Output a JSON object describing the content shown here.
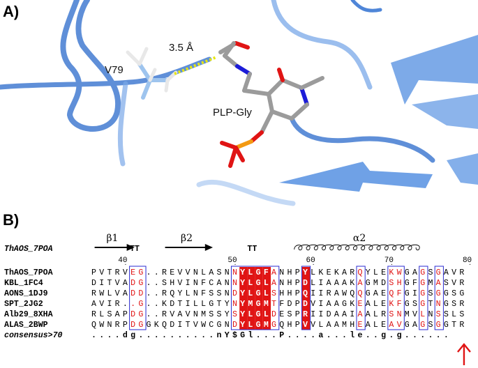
{
  "panelA": {
    "label": "A)",
    "residue_label": "V79",
    "distance_label": "3.5 Å",
    "ligand_label": "PLP-Gly"
  },
  "panelB": {
    "label": "B)",
    "ref_name": "ThAOS_7POA",
    "ss": {
      "beta1": "β1",
      "beta2": "β2",
      "alpha2": "α2",
      "tt1": "TT",
      "tt2": "TT"
    },
    "ruler": [
      "40",
      "50",
      "60",
      "70",
      "80"
    ],
    "rows": [
      {
        "name": "ThAOS_7POA",
        "seq": "PVTRVEG..REVVNLASNNYLGFANHPYLKEKARQYLEKWGAGSGAVR"
      },
      {
        "name": "KBL_1FC4",
        "seq": "DITVADG..SHVINFCANNYLGLANHPDLIAAAKAGMDSHGFGMASVR"
      },
      {
        "name": "AONS_1DJ9",
        "seq": "RWLVADD..RQYLNFSSNDYLGLSHHPQIIRAWQQGAEQFGIGSGGSG"
      },
      {
        "name": "SPT_2JG2",
        "seq": "AVIR..G..KDTILLGTYNYMGMTFDPDVIAAGKEALEKFGSGTNGSR"
      },
      {
        "name": "Alb29_8XHA",
        "seq": "RLSAPDG..RVAVNMSSYSYLGLDESPRIIDAAIAALRSNMVLNSSLS"
      },
      {
        "name": "ALAS_2BWP",
        "seq": "QWNRPDGGKQDITVWCGNDYLGMGQHPVVLAAMHEALEAVGAGSGGTR"
      }
    ],
    "consensus_label": "consensus>70",
    "consensus": "....dg..........nY$Gl...P....a...le..g.g......"
  },
  "colors": {
    "ribbon": "#6fa1e6",
    "ribbon_dark": "#3f74c8",
    "carbon": "#9b9b9b",
    "nitrogen": "#1c1cd8",
    "oxygen": "#e01414",
    "phosphorus": "#f39a12",
    "hbond": "#e6e614",
    "box": "#2a2ad0",
    "conserved_bg": "#e01414",
    "similar_fg": "#e01414",
    "arrow": "#e01414"
  }
}
